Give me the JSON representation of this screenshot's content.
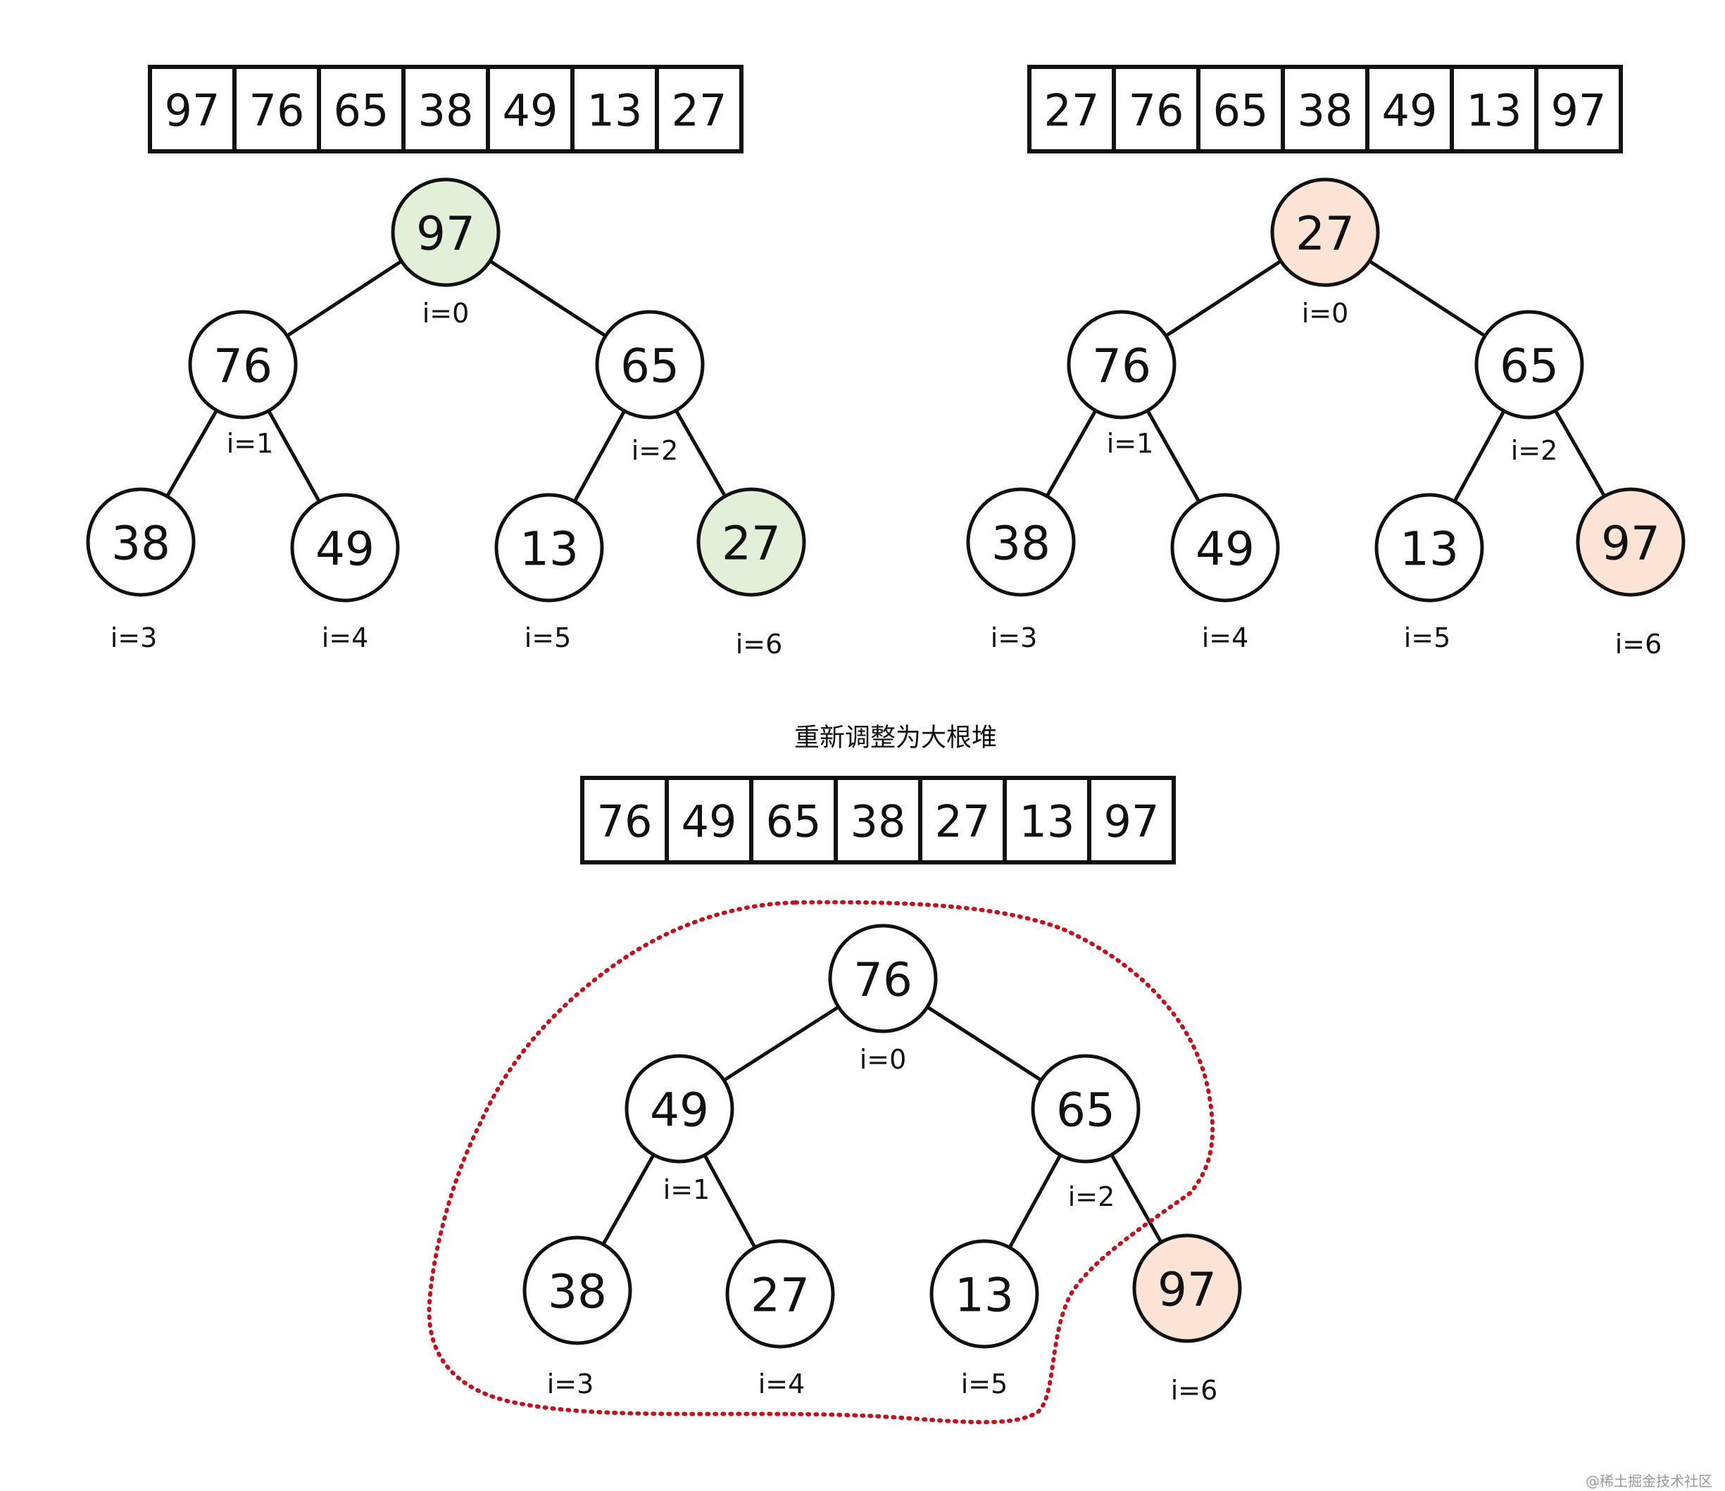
{
  "colors": {
    "plain": "#ffffff",
    "green": "#e2efd9",
    "peach": "#fbe4d6",
    "outline": "#c0131f"
  },
  "caption": "重新调整为大根堆",
  "watermark": "@稀土掘金技术社区",
  "panels": [
    {
      "id": "initial-heap",
      "array": [
        "97",
        "76",
        "65",
        "38",
        "49",
        "13",
        "27"
      ],
      "nodes": [
        {
          "value": "97",
          "index_label": "i=0",
          "fill": "green"
        },
        {
          "value": "76",
          "index_label": "i=1",
          "fill": "plain"
        },
        {
          "value": "65",
          "index_label": "i=2",
          "fill": "plain"
        },
        {
          "value": "38",
          "index_label": "i=3",
          "fill": "plain"
        },
        {
          "value": "49",
          "index_label": "i=4",
          "fill": "plain"
        },
        {
          "value": "13",
          "index_label": "i=5",
          "fill": "plain"
        },
        {
          "value": "27",
          "index_label": "i=6",
          "fill": "green"
        }
      ]
    },
    {
      "id": "after-swap",
      "array": [
        "27",
        "76",
        "65",
        "38",
        "49",
        "13",
        "97"
      ],
      "nodes": [
        {
          "value": "27",
          "index_label": "i=0",
          "fill": "peach"
        },
        {
          "value": "76",
          "index_label": "i=1",
          "fill": "plain"
        },
        {
          "value": "65",
          "index_label": "i=2",
          "fill": "plain"
        },
        {
          "value": "38",
          "index_label": "i=3",
          "fill": "plain"
        },
        {
          "value": "49",
          "index_label": "i=4",
          "fill": "plain"
        },
        {
          "value": "13",
          "index_label": "i=5",
          "fill": "plain"
        },
        {
          "value": "97",
          "index_label": "i=6",
          "fill": "peach"
        }
      ]
    },
    {
      "id": "readjusted-heap",
      "array": [
        "76",
        "49",
        "65",
        "38",
        "27",
        "13",
        "97"
      ],
      "nodes": [
        {
          "value": "76",
          "index_label": "i=0",
          "fill": "plain"
        },
        {
          "value": "49",
          "index_label": "i=1",
          "fill": "plain"
        },
        {
          "value": "65",
          "index_label": "i=2",
          "fill": "plain"
        },
        {
          "value": "38",
          "index_label": "i=3",
          "fill": "plain"
        },
        {
          "value": "27",
          "index_label": "i=4",
          "fill": "plain"
        },
        {
          "value": "13",
          "index_label": "i=5",
          "fill": "plain"
        },
        {
          "value": "97",
          "index_label": "i=6",
          "fill": "peach"
        }
      ]
    }
  ]
}
